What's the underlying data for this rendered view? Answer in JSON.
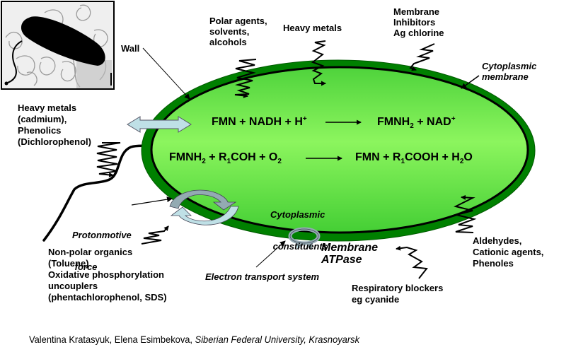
{
  "figure": {
    "type": "bacterial cell diagram",
    "colors": {
      "cytoplasm_top": "#4fd33c",
      "cytoplasm_bottom": "#8cf55e",
      "cell_wall": "#008000",
      "membrane_line": "#000000",
      "transport_arrow": "#bfe0e6",
      "rotary_dark": "#93aab2",
      "background": "#ffffff"
    }
  },
  "photo": {
    "alt": "Electron micrograph of a rod-shaped bacterium with flagella"
  },
  "labels": {
    "wall": "Wall",
    "polar_agents": [
      "Polar agents,",
      "solvents,",
      "alcohols"
    ],
    "heavy_metals_top": "Heavy metals",
    "membrane_inhibitors": [
      "Membrane",
      "Inhibitors",
      "Ag chlorine"
    ],
    "cytoplasmic_membrane": [
      "Cytoplasmic",
      "membrane"
    ],
    "heavy_metals_left": [
      "Heavy metals",
      "(cadmium),",
      "Phenolics",
      "(Dichlorophenol)"
    ],
    "protonmotive_force": [
      "Protonmotive",
      " force"
    ],
    "non_polar": [
      "Non-polar organics",
      "(Toluene)",
      "Oxidative phosphorylation",
      "uncouplers",
      "(phentachlorophenol, SDS)"
    ],
    "cytoplasmic_constituents": [
      "Cytoplasmic",
      " constituents"
    ],
    "membrane_atpase": [
      "Membrane",
      "ATPase"
    ],
    "electron_transport": "Electron transport system",
    "respiratory_blockers": [
      "Respiratory blockers",
      "eg cyanide"
    ],
    "aldehydes": [
      "Aldehydes,",
      "Cationic agents,",
      "Phenoles"
    ]
  },
  "equations": {
    "eq1": {
      "left": {
        "a": "FMN + NADH + H",
        "sup": "+"
      },
      "right": {
        "a": "FMNH",
        "sub": "2",
        "b": " + NAD",
        "sup": "+"
      }
    },
    "eq2": {
      "left": {
        "a": "FMNH",
        "sub1": "2",
        "b": " + R",
        "sub2": "1",
        "c": "COH + O",
        "sub3": "2"
      },
      "right": {
        "a": "FMN + R",
        "sub1": "1",
        "b": "COOH + H",
        "sub2": "2",
        "c": "O"
      }
    }
  },
  "credit": {
    "authors": "Valentina Kratasyuk, Elena Esimbekova, ",
    "affiliation": "Siberian Federal University, Krasnoyarsk"
  }
}
